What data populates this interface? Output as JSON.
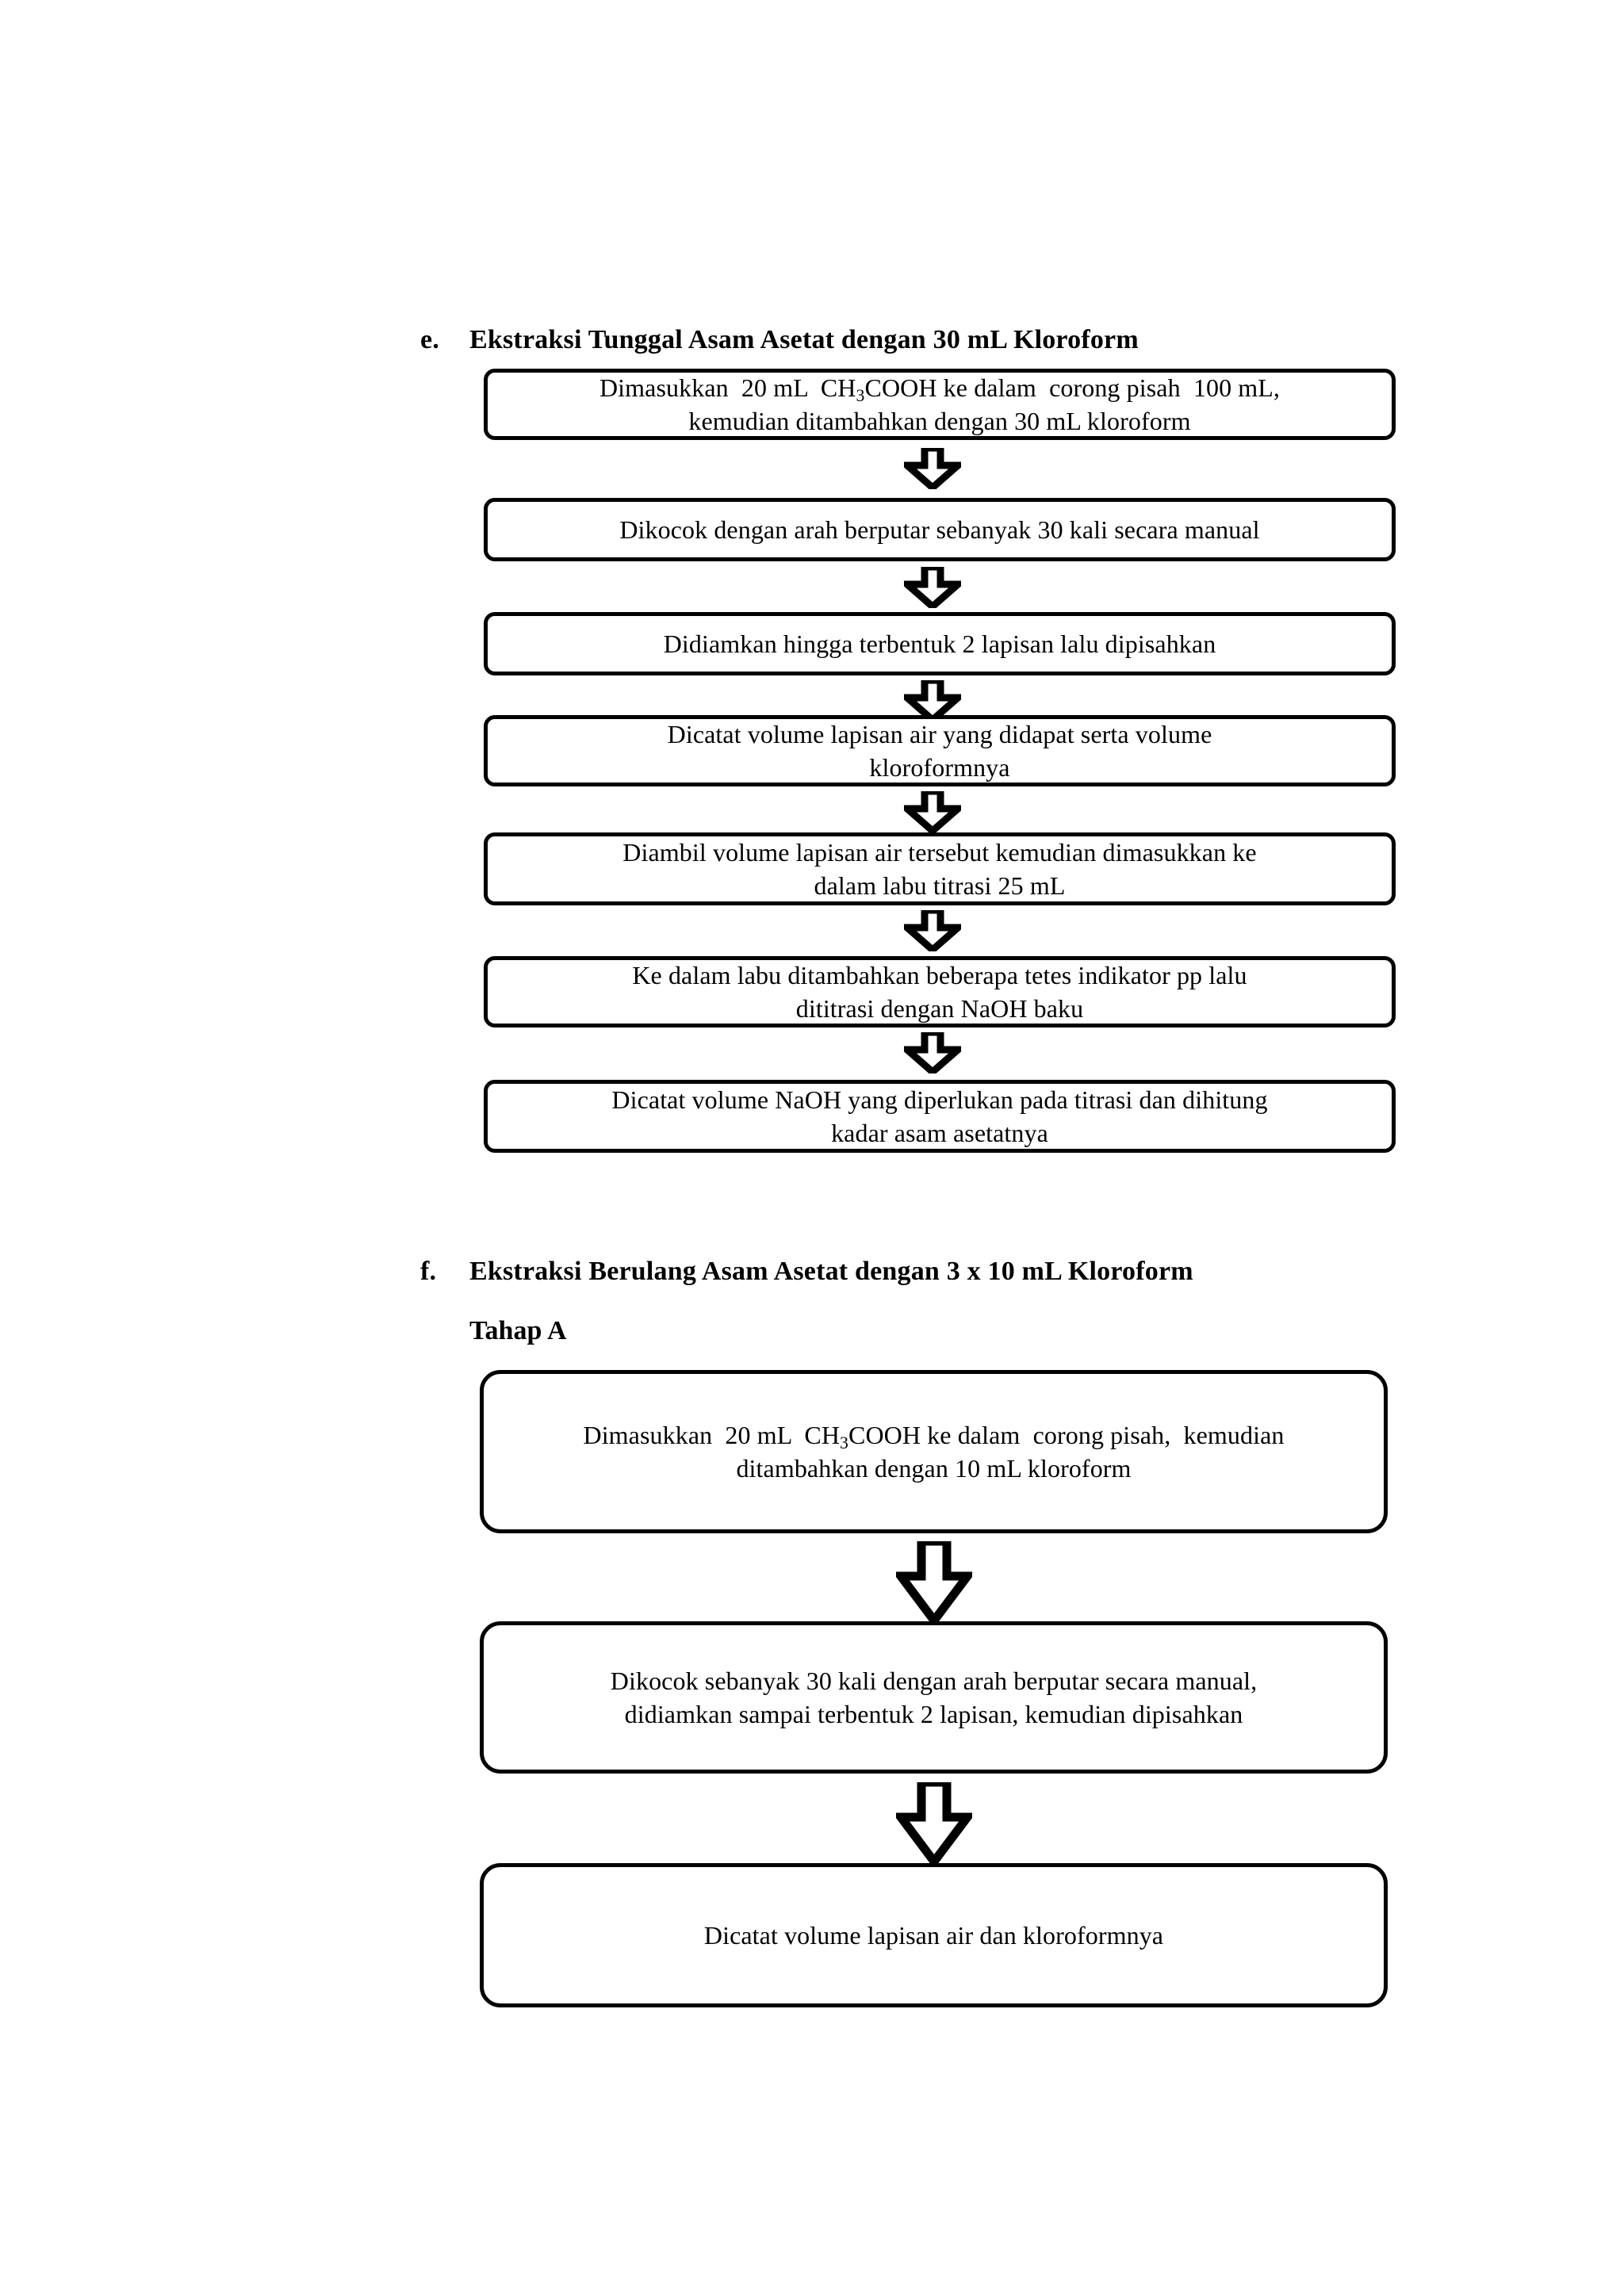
{
  "document": {
    "sections": [
      {
        "letter": "e.",
        "title": "Ekstraksi Tunggal  Asam Asetat dengan 30 mL  Kloroform",
        "steps": [
          {
            "lines": [
              "Dimasukkan  20 mL  CH3COOH ke dalam  corong pisah  100 mL,",
              "kemudian  ditambahkan  dengan  30 mL  kloroform"
            ]
          },
          {
            "lines": [
              "Dikocok  dengan  arah berputar  sebanyak  30 kali  secara manual"
            ]
          },
          {
            "lines": [
              "Didiamkan  hingga  terbentuk  2 lapisan  lalu  dipisahkan"
            ]
          },
          {
            "lines": [
              "Dicatat  volume  lapisan  air yang didapat  serta volume",
              "kloroformnya"
            ]
          },
          {
            "lines": [
              "Diambil  volume  lapisan  air tersebut kemudian  dimasukkan  ke",
              "dalam labu  titrasi  25 mL"
            ]
          },
          {
            "lines": [
              "Ke dalam  labu  ditambahkan  beberapa tetes indikator  pp lalu",
              "dititrasi  dengan  NaOH baku"
            ]
          },
          {
            "lines": [
              "Dicatat  volume  NaOH yang diperlukan  pada titrasi dan dihitung",
              "kadar asam asetatnya"
            ]
          }
        ]
      },
      {
        "letter": "f.",
        "title": "Ekstraksi Berulang  Asam Asetat dengan 3 x 10 mL  Kloroform",
        "subheading": "Tahap  A",
        "steps": [
          {
            "lines": [
              "Dimasukkan  20 mL  CH3COOH ke dalam  corong pisah,  kemudian",
              "ditambahkan  dengan  10 mL  kloroform"
            ]
          },
          {
            "lines": [
              "Dikocok  sebanyak  30 kali  dengan  arah berputar  secara manual,",
              "didiamkan  sampai  terbentuk  2 lapisan,  kemudian  dipisahkan"
            ]
          },
          {
            "lines": [
              "Dicatat  volume  lapisan  air dan kloroformnya"
            ]
          }
        ]
      }
    ],
    "formula_label": "CH3COOH",
    "arrow_label": "down-block-arrow",
    "colors": {
      "ink": "#000000",
      "paper": "#ffffff"
    }
  }
}
